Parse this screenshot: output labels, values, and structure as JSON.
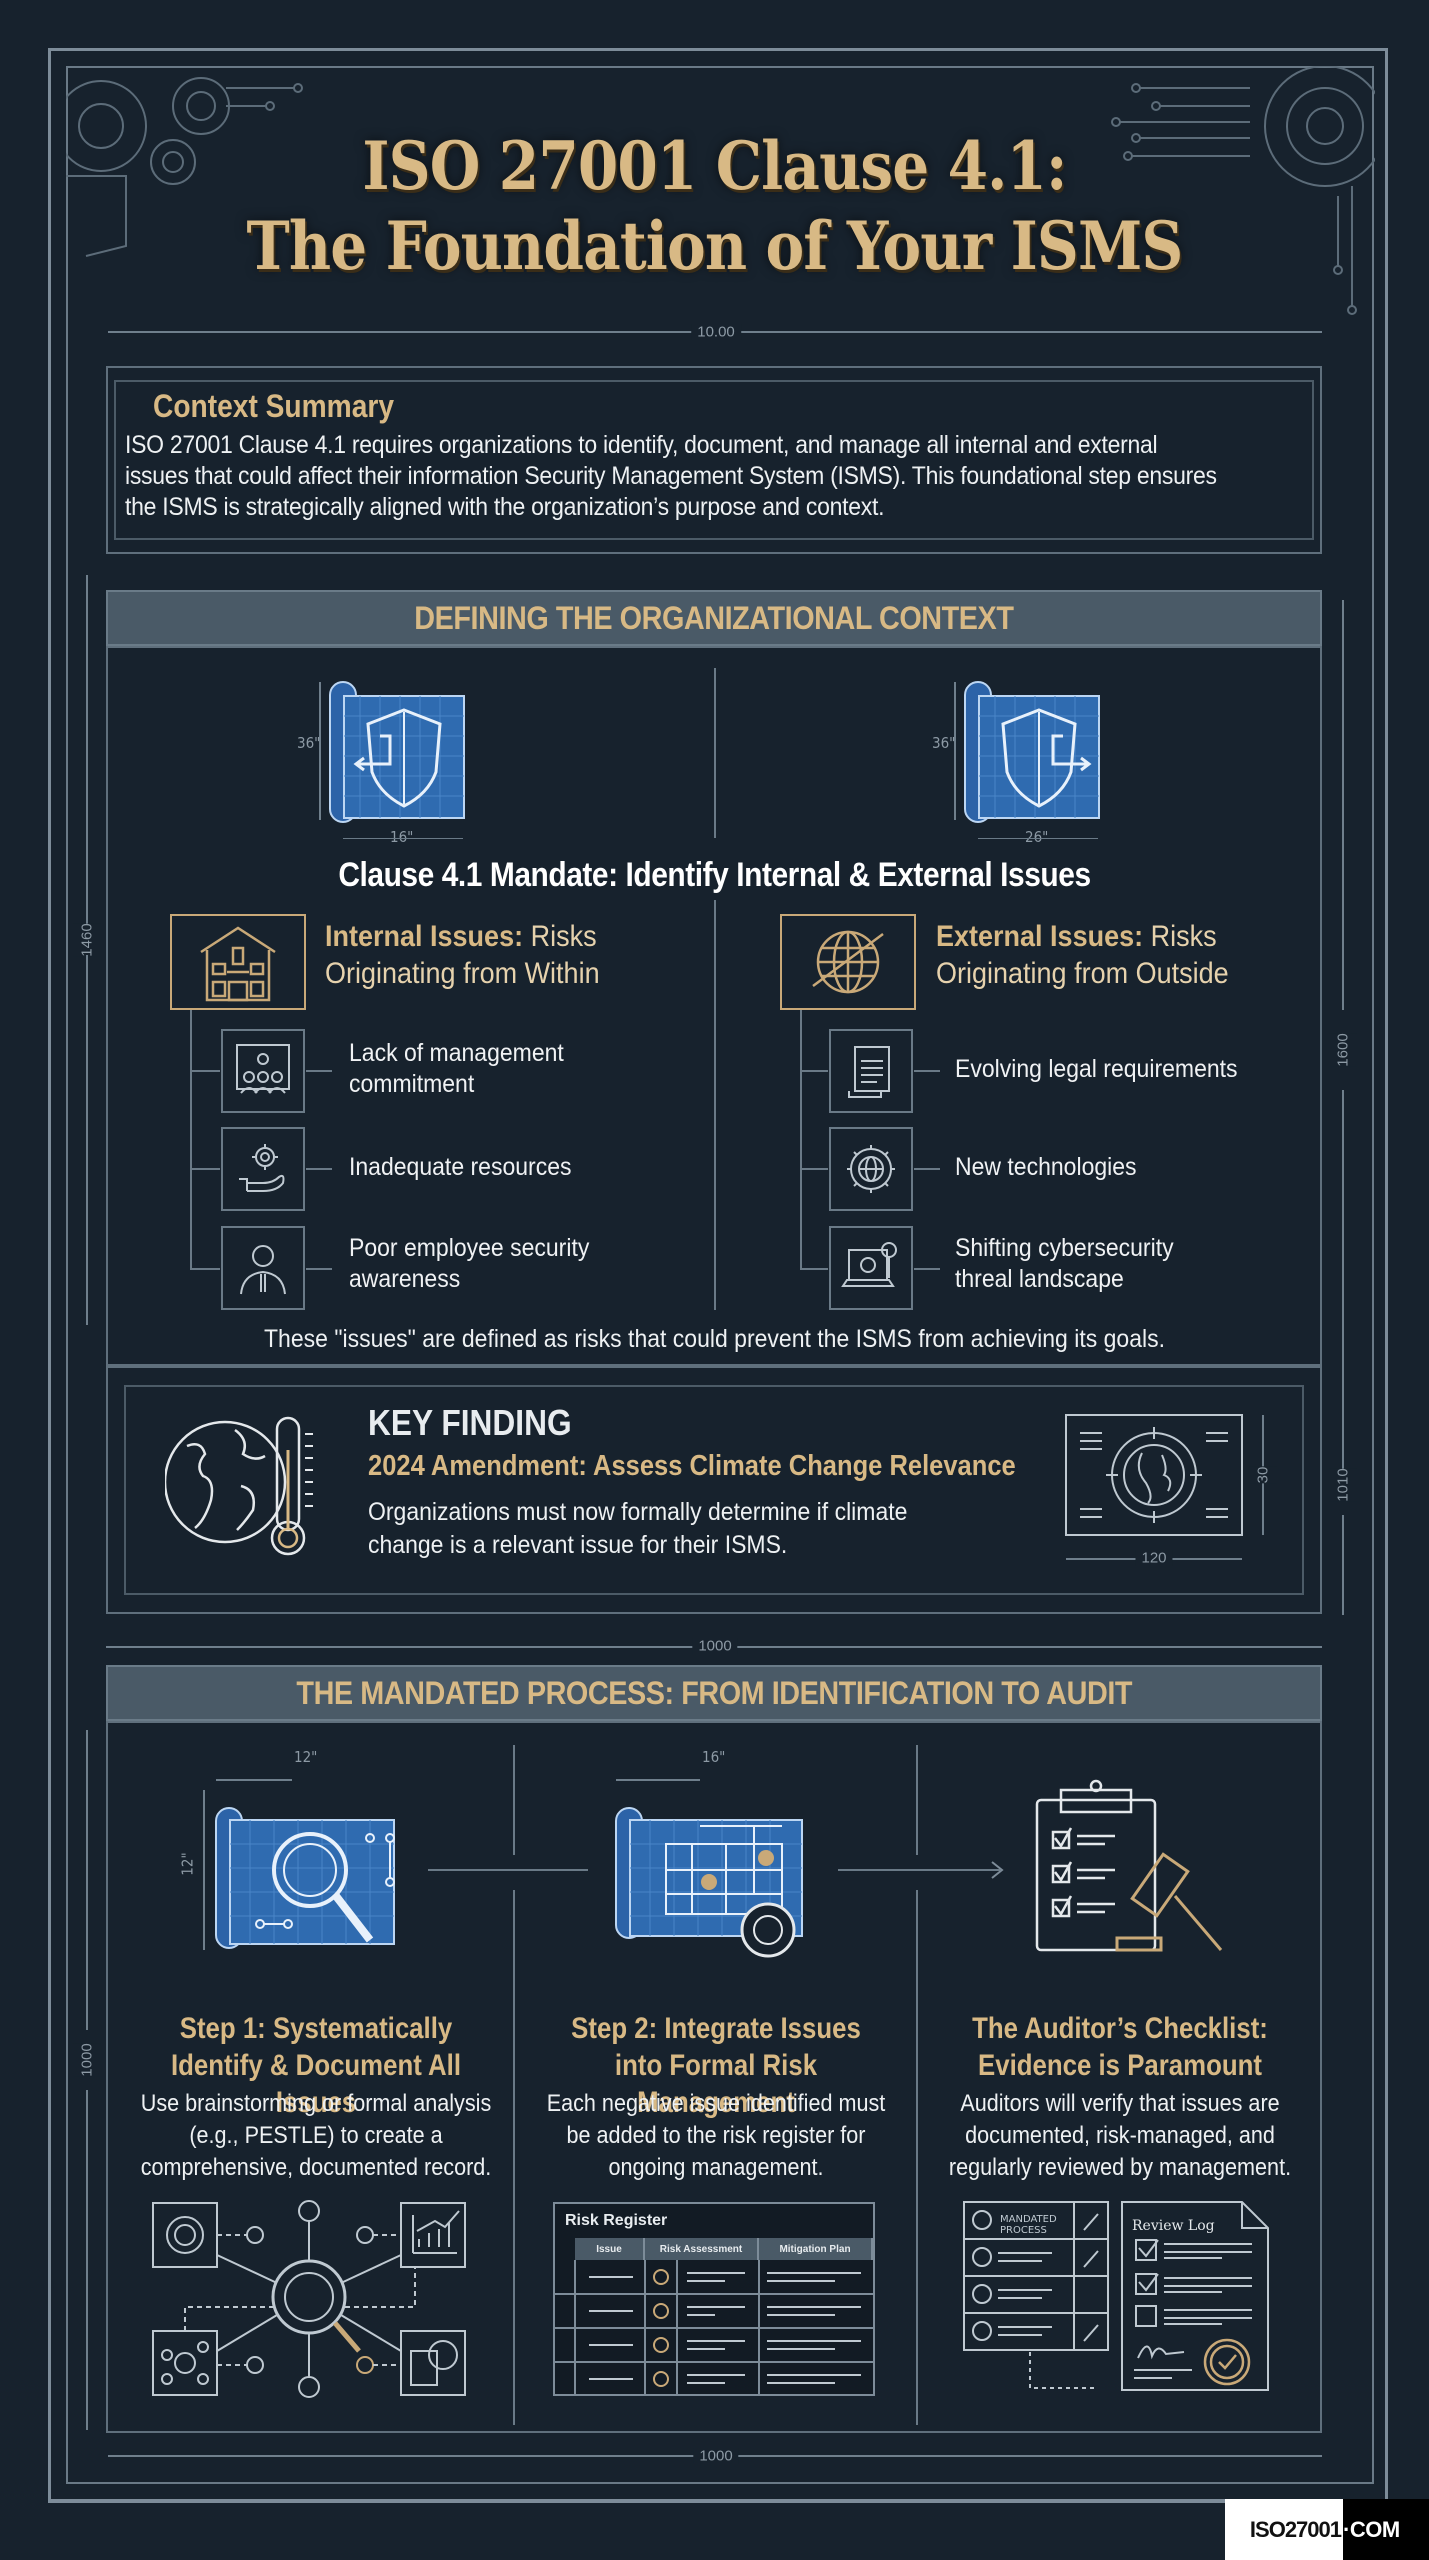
{
  "title": {
    "line1": "ISO 27001 Clause 4.1:",
    "line2": "The Foundation of Your ISMS"
  },
  "dimensions": {
    "top_width": "10.00",
    "left_height": "1460",
    "right_height_upper": "1600",
    "right_height_lower": "1010",
    "mid_width": "1000",
    "bottom_width": "1000",
    "process_left_height": "1000",
    "shield_left_height": "36\"",
    "shield_left_width": "16\"",
    "shield_right_height": "36\"",
    "shield_right_width": "26\"",
    "kf_diagram_width": "120",
    "kf_diagram_height": "30",
    "step1_width": "12\"",
    "step1_height": "12\"",
    "step2_width": "16\""
  },
  "context_summary": {
    "heading": "Context Summary",
    "body": "ISO 27001 Clause 4.1 requires organizations to identify, document, and manage all internal and external issues that could affect their information Security Management System (ISMS). This foundational step ensures the ISMS is strategically aligned with the organization’s purpose and context."
  },
  "section1": {
    "band_title": "DEFINING THE ORGANIZATIONAL CONTEXT",
    "mandate": "Clause 4.1 Mandate: Identify Internal & External Issues",
    "internal": {
      "label_bold": "Internal Issues:",
      "label_rest": " Risks",
      "label_line2": "Originating from Within",
      "icon": "building-icon",
      "items": [
        {
          "icon": "team-meeting-icon",
          "text": "Lack of management commitment"
        },
        {
          "icon": "hand-gear-icon",
          "text": "Inadequate resources"
        },
        {
          "icon": "employee-icon",
          "text": "Poor employee security awareness"
        }
      ]
    },
    "external": {
      "label_bold": "External Issues:",
      "label_rest": " Risks",
      "label_line2": "Originating from Outside",
      "icon": "globe-orbit-icon",
      "items": [
        {
          "icon": "legal-document-icon",
          "text": "Evolving legal requirements"
        },
        {
          "icon": "gear-globe-icon",
          "text": "New technologies"
        },
        {
          "icon": "laptop-threat-icon",
          "text": "Shifting cybersecurity threal landscape"
        }
      ]
    },
    "definition_note": "These \"issues\" are defined as risks that could prevent the ISMS from achieving its goals."
  },
  "key_finding": {
    "heading": "KEY FINDING",
    "subheading": "2024 Amendment: Assess Climate Change Relevance",
    "body": "Organizations must now formally determine if climate change is a relevant issue for their ISMS."
  },
  "section2": {
    "band_title": "THE MANDATED PROCESS: FROM IDENTIFICATION TO AUDIT",
    "steps": [
      {
        "title": "Step 1: Systematically Identify & Document All Issues",
        "body": "Use brainstorming or formal analysis (e.g., PESTLE) to create a comprehensive, documented record."
      },
      {
        "title": "Step 2: Integrate Issues into Formal Risk Management",
        "body": "Each negative issue identified must be added to the risk register for ongoing management."
      },
      {
        "title": "The Auditor’s Checklist: Evidence is Paramount",
        "body": "Auditors will verify that issues are documented, risk-managed, and regularly reviewed by management."
      }
    ],
    "risk_register": {
      "title": "Risk Register",
      "columns": [
        "Issue",
        "Risk Assessment",
        "Mitigation Plan"
      ],
      "row_count": 4
    },
    "audit": {
      "process_label": "MANDATED PROCESS",
      "log_title": "Review Log"
    }
  },
  "logo": {
    "left": "ISO27001",
    "right": "·COM"
  },
  "colors": {
    "background": "#17222d",
    "gold": "#d8b985",
    "line": "#6f7f8c",
    "band": "#4a5a67",
    "blueprint": "#2f6bb0"
  }
}
